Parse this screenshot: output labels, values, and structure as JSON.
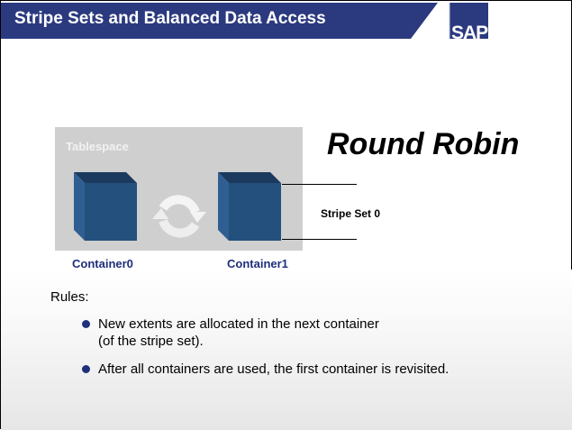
{
  "header": {
    "title": "Stripe Sets  and Balanced Data Access",
    "logo": "SAP"
  },
  "diagram": {
    "tablespace_label": "Tablespace",
    "containers": [
      "Container0",
      "Container1"
    ],
    "method": "Round Robin",
    "stripe_set": "Stripe Set 0",
    "colors": {
      "header": "#2b3a7f",
      "cube": "#24507e",
      "tablespace": "#cfcfcf"
    }
  },
  "rules": {
    "heading": "Rules:",
    "items": [
      {
        "line1": "New extents are allocated in the next container",
        "line2": "(of the stripe set)."
      },
      {
        "line1": "After all containers are used, the first container is revisited.",
        "line2": ""
      }
    ]
  }
}
